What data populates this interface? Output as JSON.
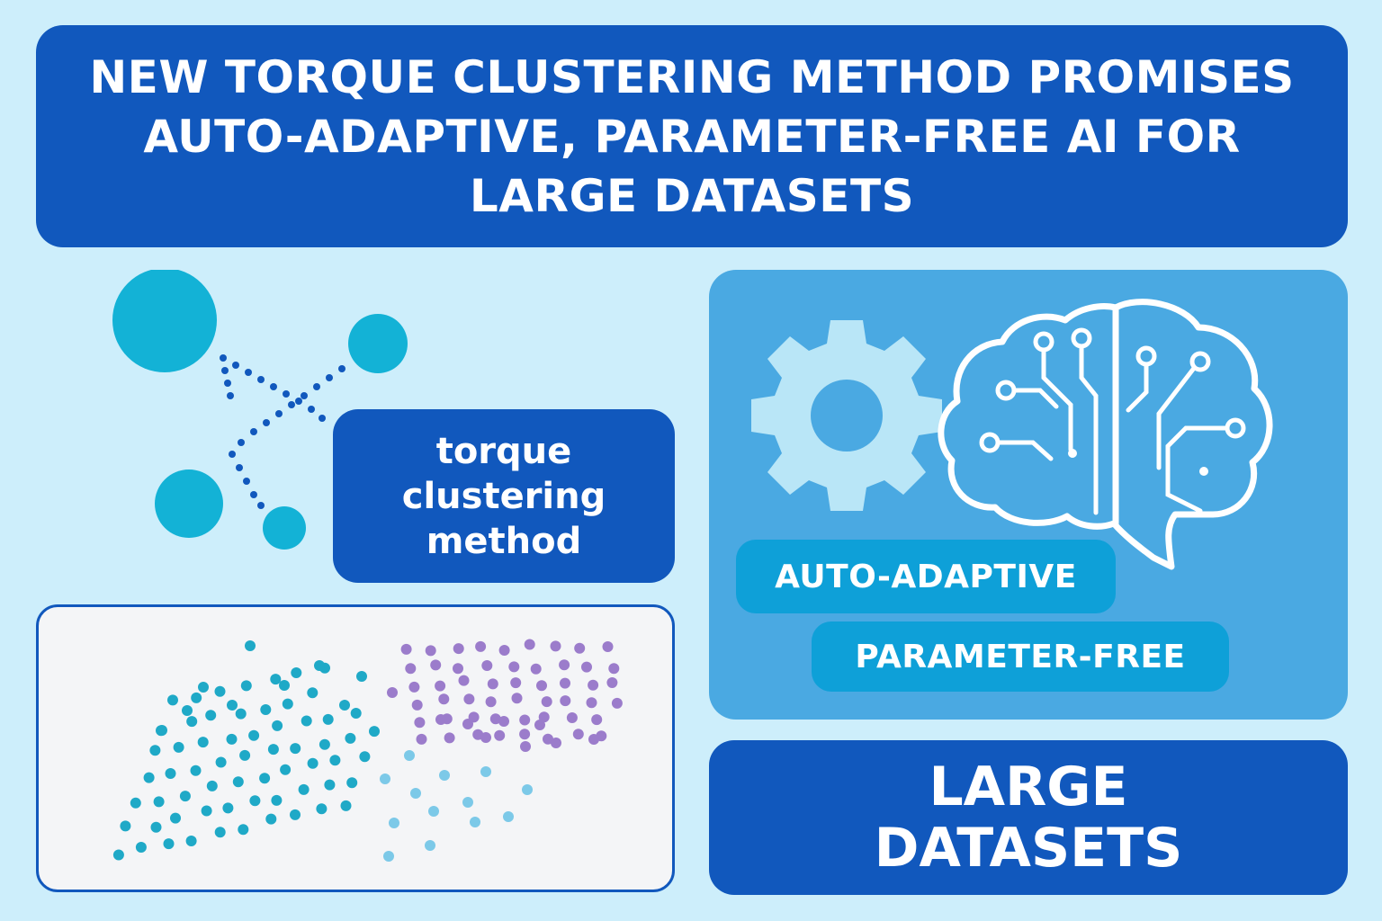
{
  "headline": {
    "line1": "NEW TORQUE CLUSTERING METHOD PROMISES",
    "line2": "AUTO-ADAPTIVE, PARAMETER-FREE AI FOR",
    "line3": "LARGE DATASETS"
  },
  "method_label": {
    "line1": "torque",
    "line2": "clustering",
    "line3": "method"
  },
  "tags": {
    "auto_adaptive": "AUTO-ADAPTIVE",
    "parameter_free": "PARAMETER-FREE"
  },
  "datasets_label": {
    "line1": "LARGE",
    "line2": "DATASETS"
  },
  "icons": {
    "gear": "gear-icon",
    "brain": "brain-circuit-icon",
    "network": "cluster-network-icon"
  },
  "colors": {
    "background": "#cdeefb",
    "primary_blue": "#1158bd",
    "panel_blue": "#4aa9e2",
    "cyan": "#13b2d6",
    "teal_dots": "#1fa9c7",
    "light_blue_dots": "#7cc9e8",
    "purple_dots": "#9b7ccb"
  }
}
